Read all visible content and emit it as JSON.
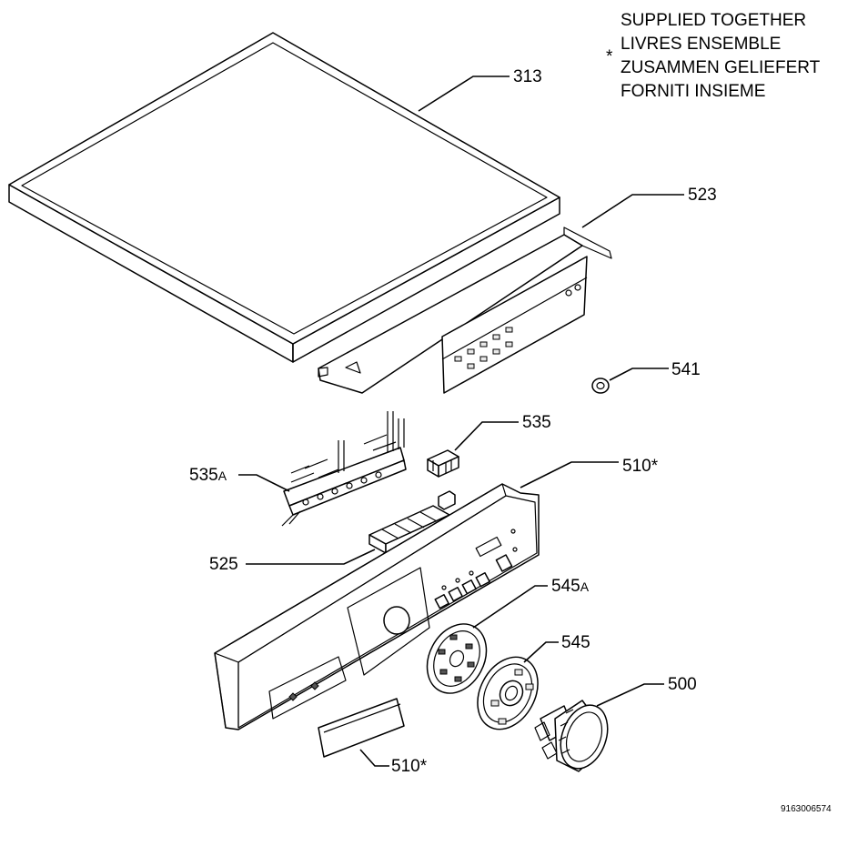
{
  "legend": {
    "asterisk": "*",
    "lines": [
      "SUPPLIED TOGETHER",
      "LIVRES ENSEMBLE",
      "ZUSAMMEN GELIEFERT",
      "FORNITI INSIEME"
    ]
  },
  "parts": {
    "p313": "313",
    "p523": "523",
    "p541": "541",
    "p535": "535",
    "p535a_num": "535",
    "p535a_suffix": "A",
    "p510_top": "510*",
    "p525": "525",
    "p545a_num": "545",
    "p545a_suffix": "A",
    "p545": "545",
    "p500": "500",
    "p510_bottom": "510*"
  },
  "drawing_number": "9163006574"
}
